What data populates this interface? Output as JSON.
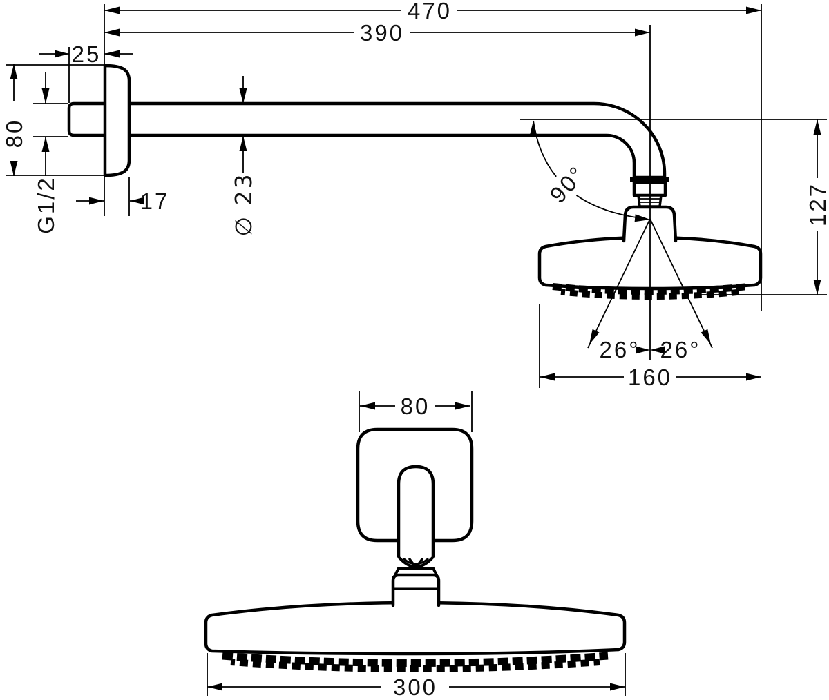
{
  "drawing": {
    "background": "#ffffff",
    "line_color": "#000000",
    "views": {
      "side": {
        "name": "side-elevation",
        "dims": {
          "overall_reach": "470",
          "arm_length": "390",
          "wall_stub": "25",
          "escutcheon_height": "80",
          "thread": "G1/2",
          "escutcheon_depth": "17",
          "arm_diameter": "∅ 23",
          "bend_angle": "90°",
          "drop_height": "127",
          "spray_angle_left": "26°",
          "spray_angle_right": "26°",
          "head_width": "160"
        }
      },
      "front": {
        "name": "front-view",
        "dims": {
          "escutcheon_width": "80",
          "head_diameter": "300"
        }
      }
    }
  }
}
